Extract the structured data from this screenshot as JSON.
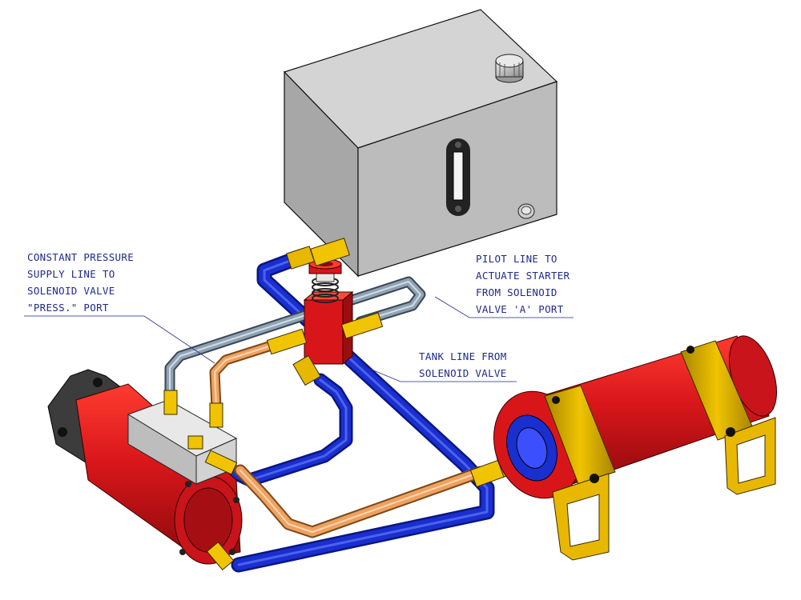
{
  "callouts": {
    "constant_pressure": [
      "CONSTANT PRESSURE",
      "SUPPLY LINE TO",
      "SOLENOID VALVE",
      "\"PRESS.\" PORT"
    ],
    "pilot_line": [
      "PILOT LINE TO",
      "ACTUATE STARTER",
      "FROM SOLENOID",
      "VALVE 'A' PORT"
    ],
    "tank_line": [
      "TANK LINE FROM",
      "SOLENOID VALVE"
    ]
  },
  "colors": {
    "tank_body": "#bfbfbf",
    "accumulator": "#d8161a",
    "bands": "#f0c400",
    "pressure_line": "#8fa2b4",
    "pilot_line": "#f0a060",
    "tank_line": "#1a2fd0",
    "fittings": "#e8b800",
    "callout_text": "#1f2a8a"
  }
}
